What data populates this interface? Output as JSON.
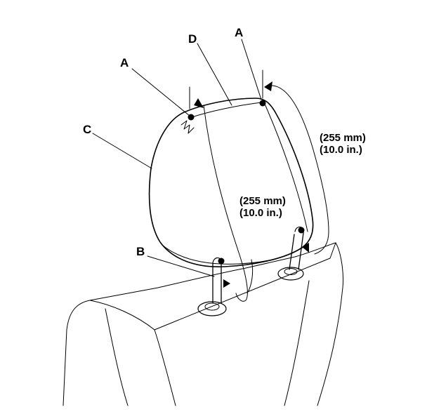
{
  "diagram": {
    "labels": {
      "a_left": "A",
      "a_right": "A",
      "b": "B",
      "c": "C",
      "d": "D"
    },
    "measurements": {
      "outer": {
        "mm": "(255 mm)",
        "in": "(10.0 in.)"
      },
      "inner": {
        "mm": "(255 mm)",
        "in": "(10.0 in.)"
      }
    },
    "colors": {
      "line": "#000000",
      "background": "#ffffff"
    }
  }
}
